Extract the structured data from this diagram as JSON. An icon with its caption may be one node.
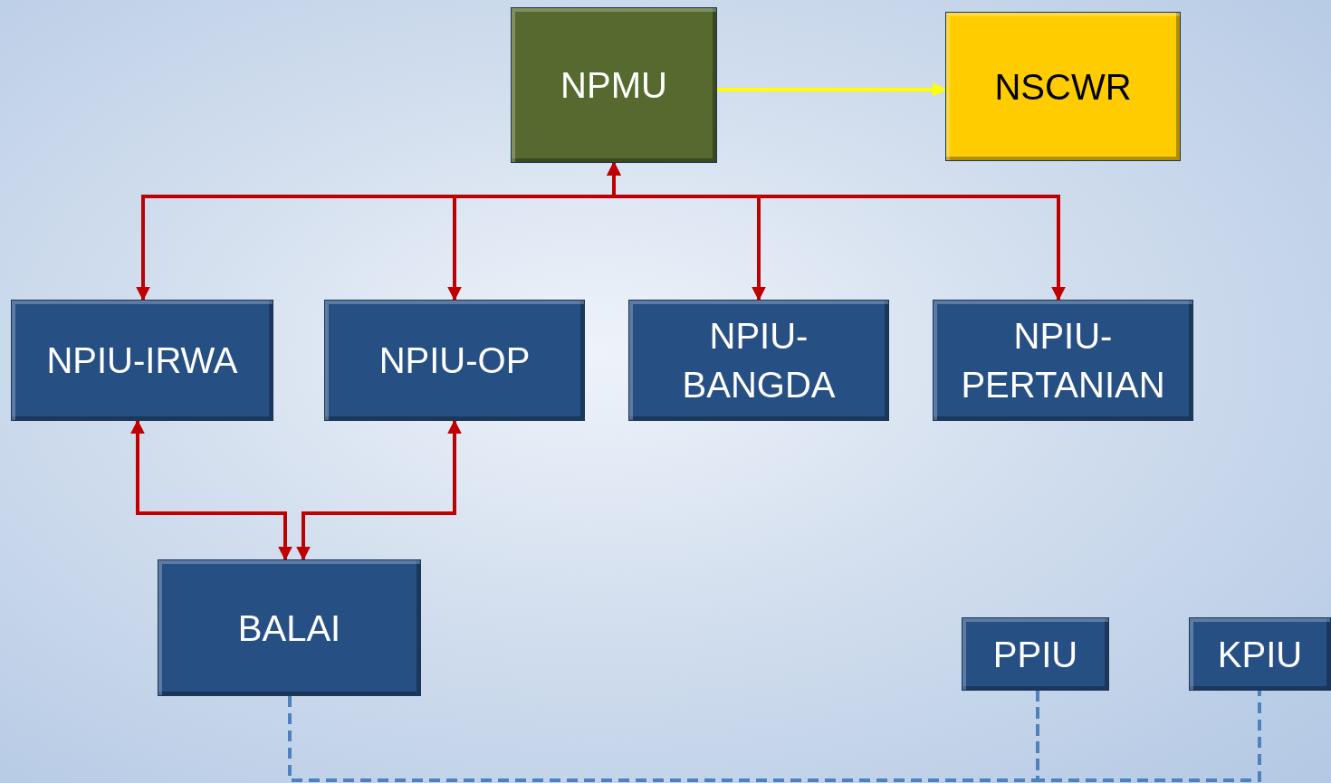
{
  "diagram": {
    "nodes": [
      {
        "text": [
          "NPMU"
        ]
      },
      {
        "text": [
          "NSCWR"
        ]
      },
      {
        "text": [
          "NPIU-IRWA"
        ]
      },
      {
        "text": [
          "NPIU-OP"
        ]
      },
      {
        "text": [
          "NPIU- BANGDA"
        ]
      },
      {
        "text": [
          "NPIU- PERTANIAN"
        ]
      },
      {
        "text": [
          "BALAI"
        ]
      },
      {
        "text": [
          "PPIU"
        ]
      },
      {
        "text": [
          "KPIU"
        ]
      }
    ],
    "edges": [
      {
        "from": 0,
        "to": 1,
        "arrow": "to",
        "color": "#ffff00"
      },
      {
        "from": 0,
        "to": 2,
        "arrow": "both"
      },
      {
        "from": 0,
        "to": 3,
        "arrow": "both"
      },
      {
        "from": 0,
        "to": 4,
        "arrow": "both"
      },
      {
        "from": 0,
        "to": 5,
        "arrow": "both"
      },
      {
        "from": 2,
        "to": 6,
        "arrow": "both"
      },
      {
        "from": 3,
        "to": 6,
        "arrow": "both"
      },
      {
        "from": 6,
        "to": 7,
        "arrow": "none",
        "style": "dashed",
        "color": "#4f81bd"
      },
      {
        "from": 7,
        "to": 8,
        "arrow": "none",
        "style": "dashed",
        "color": "#4f81bd"
      }
    ]
  }
}
